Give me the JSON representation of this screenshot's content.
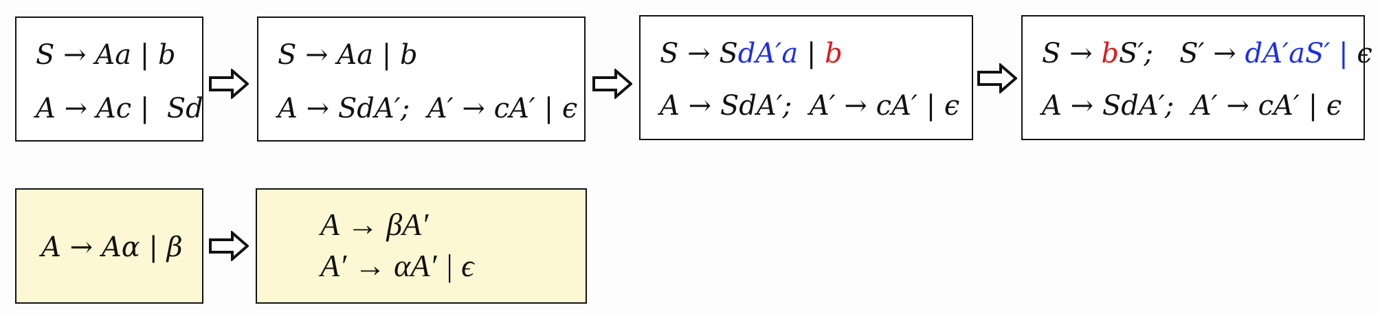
{
  "colors": {
    "text": "#111111",
    "blue": "#1a2ee8",
    "red": "#e01818",
    "box_fill": "#ffffff",
    "rule_fill": "#fbf8d3",
    "border": "#111111"
  },
  "boxes": [
    {
      "lines": [
        [
          {
            "text": "S → Aa | b",
            "color": "text"
          }
        ],
        [
          {
            "text": "A → Ac |  Sd",
            "color": "text"
          }
        ]
      ]
    },
    {
      "lines": [
        [
          {
            "text": "S → Aa | b",
            "color": "text"
          }
        ],
        [
          {
            "text": "A → SdA′;  A′ → cA′ | ϵ",
            "color": "text"
          }
        ]
      ]
    },
    {
      "lines": [
        [
          {
            "text": "S → S",
            "color": "text"
          },
          {
            "text": "dA′a",
            "color": "blue"
          },
          {
            "text": " | ",
            "color": "text"
          },
          {
            "text": "b",
            "color": "red"
          }
        ],
        [
          {
            "text": "A → SdA′;  A′ → cA′ | ϵ",
            "color": "text"
          }
        ]
      ]
    },
    {
      "lines": [
        [
          {
            "text": "S → ",
            "color": "text"
          },
          {
            "text": "b",
            "color": "red"
          },
          {
            "text": "S′;   S′ → ",
            "color": "text"
          },
          {
            "text": "dA′aS′ |",
            "color": "blue"
          },
          {
            "text": " ϵ",
            "color": "text"
          }
        ],
        [
          {
            "text": "A → SdA′;  A′ → cA′ | ϵ",
            "color": "text"
          }
        ]
      ]
    }
  ],
  "rule": {
    "left": "A → Aα | β",
    "right_line1": "A → βA′",
    "right_line2": "A′ → αA′   |   ϵ"
  },
  "arrow_icon": "hollow-right-arrow"
}
